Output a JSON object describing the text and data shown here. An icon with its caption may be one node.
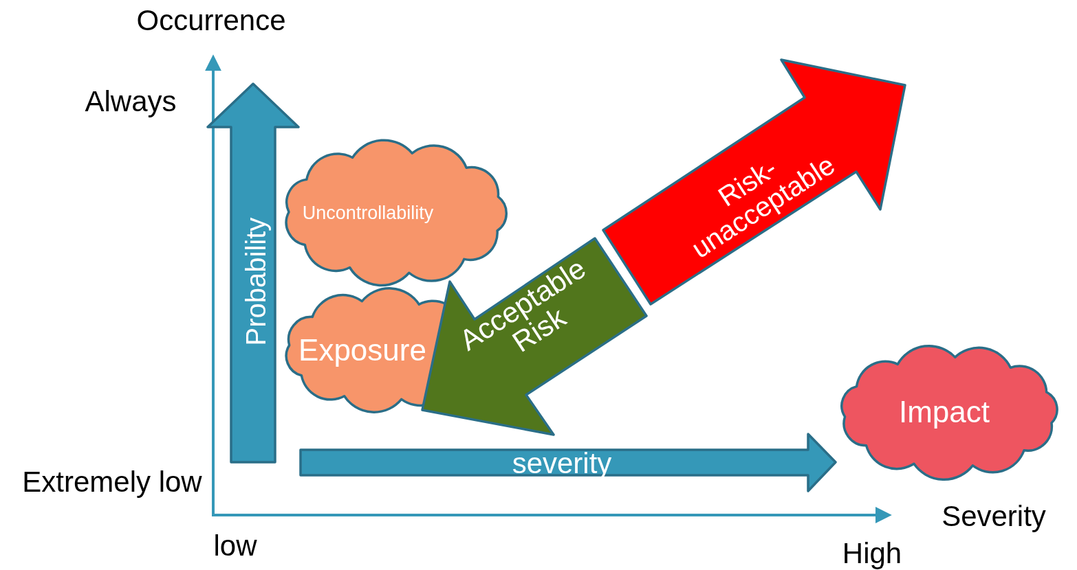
{
  "diagram": {
    "nodes": [
      {
        "text": [
          "Probability"
        ]
      },
      {
        "text": [
          "Uncontrollability"
        ]
      },
      {
        "text": [
          "Risk- unacceptable"
        ]
      },
      {
        "text": [
          "Acceptable Risk"
        ]
      },
      {
        "text": [
          "Exposure"
        ]
      },
      {
        "text": [
          "Impact"
        ]
      },
      {
        "text": [
          "severity"
        ]
      }
    ],
    "labels": [
      "Occurrence",
      "Always",
      "Extremely low",
      "low",
      "High",
      "Severity"
    ]
  }
}
